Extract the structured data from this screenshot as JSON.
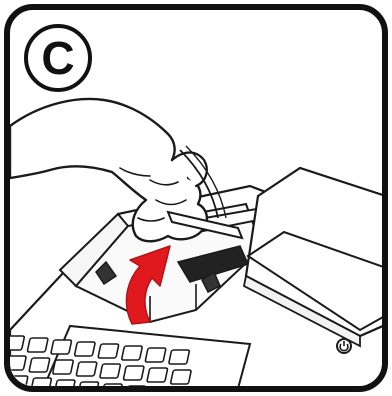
{
  "step_label": "C",
  "colors": {
    "frame": "#111111",
    "line": "#1a1a1a",
    "arrow": "#e0191f",
    "dark": "#222222",
    "paper": "#ffffff"
  },
  "icons": {
    "step_badge": "circle-letter",
    "arrow": "curved-up-arrow",
    "hand": "hand-pulling",
    "printer_cover": "printer-cover",
    "keyboard": "keyboard-keys",
    "button": "power-button-icon"
  }
}
